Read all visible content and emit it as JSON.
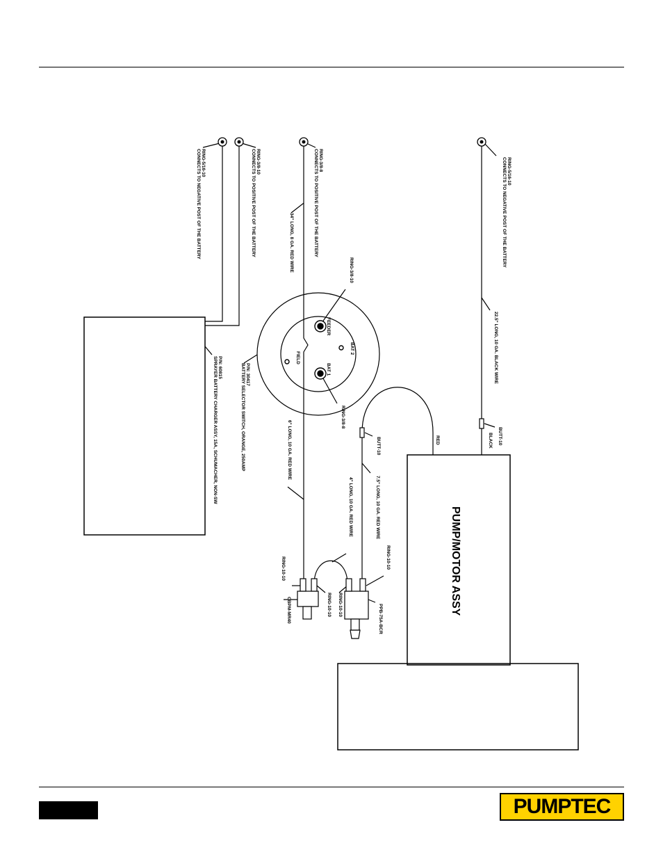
{
  "labels": {
    "ring_neg_charger": "RING-5/16-10",
    "ring_neg_charger_note": "CONNECTS TO NEGATIVE POST OF THE BATTERY",
    "ring_pos_charger": "RING-3/8-10",
    "ring_pos_charger_note": "CONNECTS TO POSITIVE POST OF THE BATTERY",
    "ring_pos_main": "RING-3/8-8",
    "ring_pos_main_note": "CONNECTS TO POSITIVE POST OF THE BATTERY",
    "wire_34": "34\" LONG, 8 GA. RED WIRE",
    "ring_neg_pump": "RING-5/16-10",
    "ring_neg_pump_note": "CONNECTS TO NEGATIVE POST OF THE BATTERY",
    "wire_black": "22.5\" LONG, 10 GA. BLACK WIRE",
    "butt_black": "BUTT-10",
    "black": "BLACK",
    "red": "RED",
    "butt_red": "BUTT-10",
    "ring_feeder": "RING-3/8-10",
    "feeder": "FEEDER",
    "bat1": "BAT 1",
    "bat2": "BAT 2",
    "field": "FIELD",
    "ring_bat1": "RING-3/8-8",
    "switch_pn": "P/N: 30417",
    "switch_desc": "BATTERY SELECTOR SWITCH, ORANGE, 250AMP",
    "charger_pn": "P/N: 60815",
    "charger_desc": "SPRAYER BATTERY CHARGER ASSY, 15A, SCHUMACHER, NON-SW",
    "wire_6": "6\" LONG, 10 GA. RED WIRE",
    "wire_75": "7.5\" LONG, 10 GA. RED WIRE",
    "wire_4": "4\" LONG, 10 GA. RED WIRE",
    "ring_1010_a": "RING-10-10",
    "ring_1010_b": "RING-10-10",
    "ring_1010_c": "RING-10-10",
    "ring_1010_d": "RING-10-10",
    "circuit_breaker": "CBPM-MR40",
    "switch_pb": "PPB-75A-BCR",
    "pump_motor": "PUMP/MOTOR ASSY"
  },
  "logo": {
    "text": "PUMPTEC",
    "color": "#ffd200"
  }
}
